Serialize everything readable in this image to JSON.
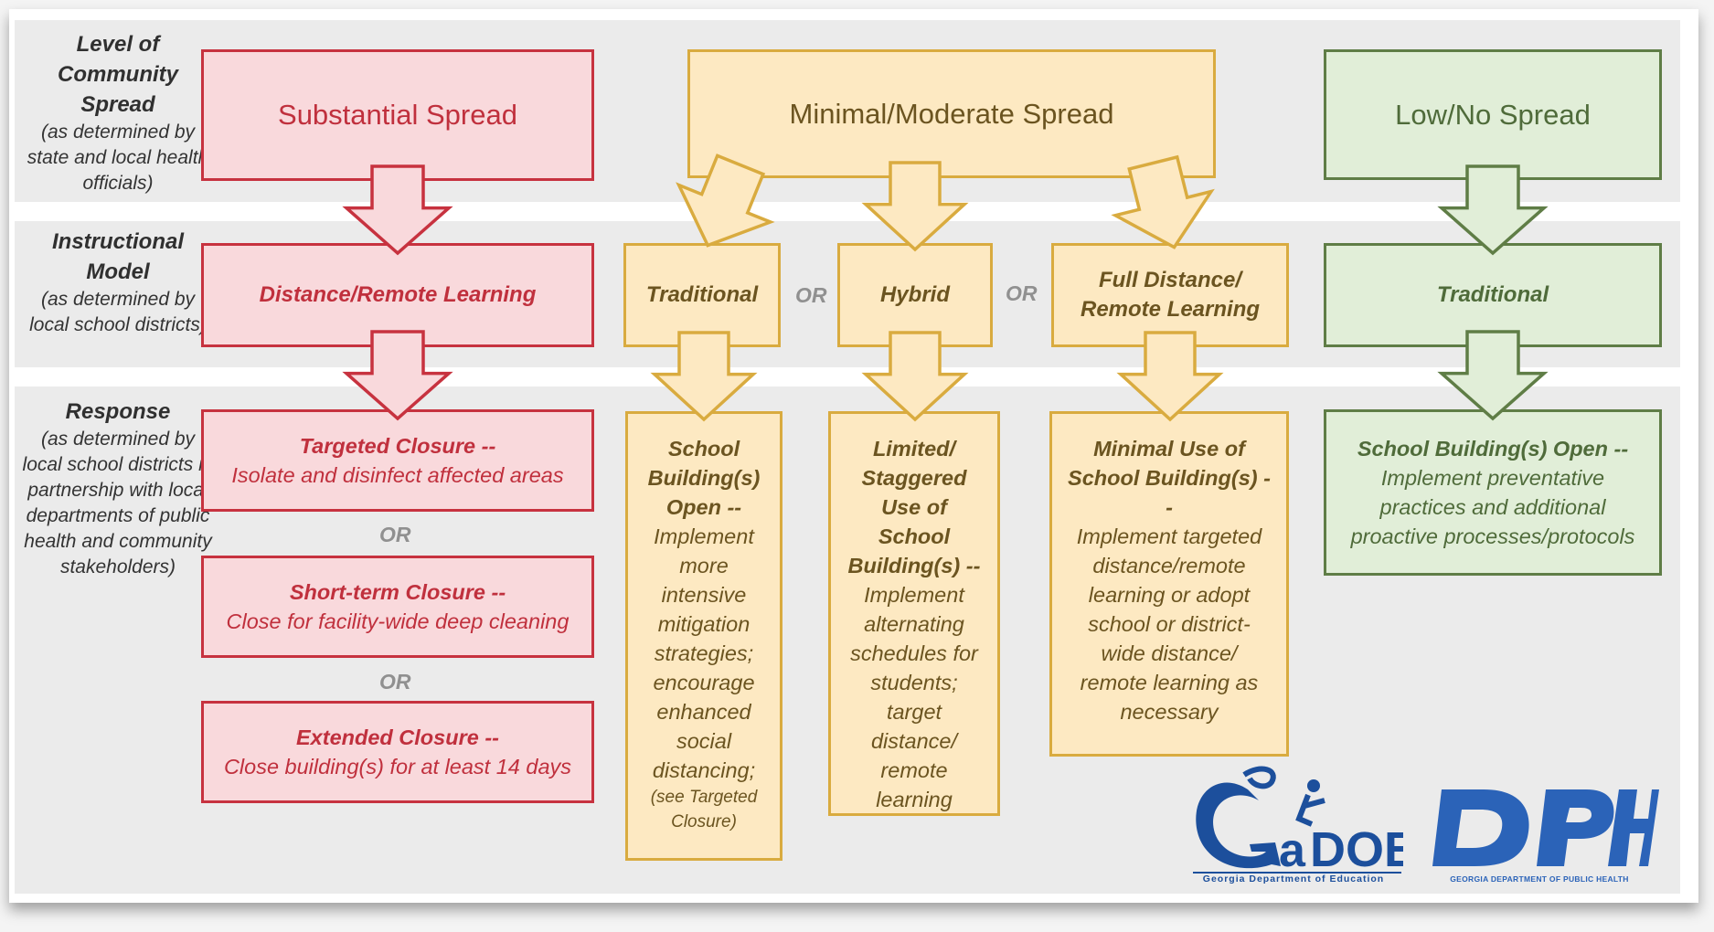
{
  "row_labels": {
    "spread": {
      "heading": "Level of Community Spread",
      "sub": "(as determined by state and local health officials)"
    },
    "model": {
      "heading": "Instructional Model",
      "sub": "(as determined by local school districts)"
    },
    "response": {
      "heading": "Response",
      "sub": "(as determined by local school districts in partnership with local departments of public health and community stakeholders)"
    }
  },
  "spread_levels": {
    "substantial": "Substantial Spread",
    "minimal": "Minimal/Moderate Spread",
    "low": "Low/No Spread"
  },
  "models": {
    "distance": "Distance/Remote Learning",
    "traditional": "Traditional",
    "hybrid": "Hybrid",
    "full_distance": "Full Distance/ Remote Learning",
    "traditional_low": "Traditional"
  },
  "or_label": "OR",
  "responses": {
    "targeted": {
      "title": "Targeted Closure --",
      "body": "Isolate and disinfect affected areas"
    },
    "short_term": {
      "title": "Short-term Closure --",
      "body": "Close for facility-wide deep cleaning"
    },
    "extended": {
      "title": "Extended Closure --",
      "body": "Close building(s) for at least 14 days"
    },
    "traditional": {
      "title": "School Building(s) Open --",
      "body": "Implement more intensive mitigation strategies; encourage enhanced social distancing;",
      "note": "(see Targeted Closure)"
    },
    "hybrid": {
      "title": "Limited/ Staggered Use of School Building(s) --",
      "body": "Implement alternating schedules for students; target distance/ remote learning"
    },
    "full_distance": {
      "title": "Minimal Use of School Building(s) --",
      "body": "Implement targeted distance/remote learning or adopt school or district-wide distance/ remote learning as necessary"
    },
    "low": {
      "title": "School Building(s) Open --",
      "body": "Implement preventative practices and additional proactive processes/protocols"
    }
  },
  "colors": {
    "red": "#c7323f",
    "yellow": "#d9ab3f",
    "green": "#5f7d46"
  },
  "logos": {
    "gadoe": {
      "mark": "GaDOE",
      "caption": "Georgia Department of Education"
    },
    "dph": {
      "mark": "DPH",
      "caption": "GEORGIA DEPARTMENT OF PUBLIC HEALTH"
    }
  }
}
